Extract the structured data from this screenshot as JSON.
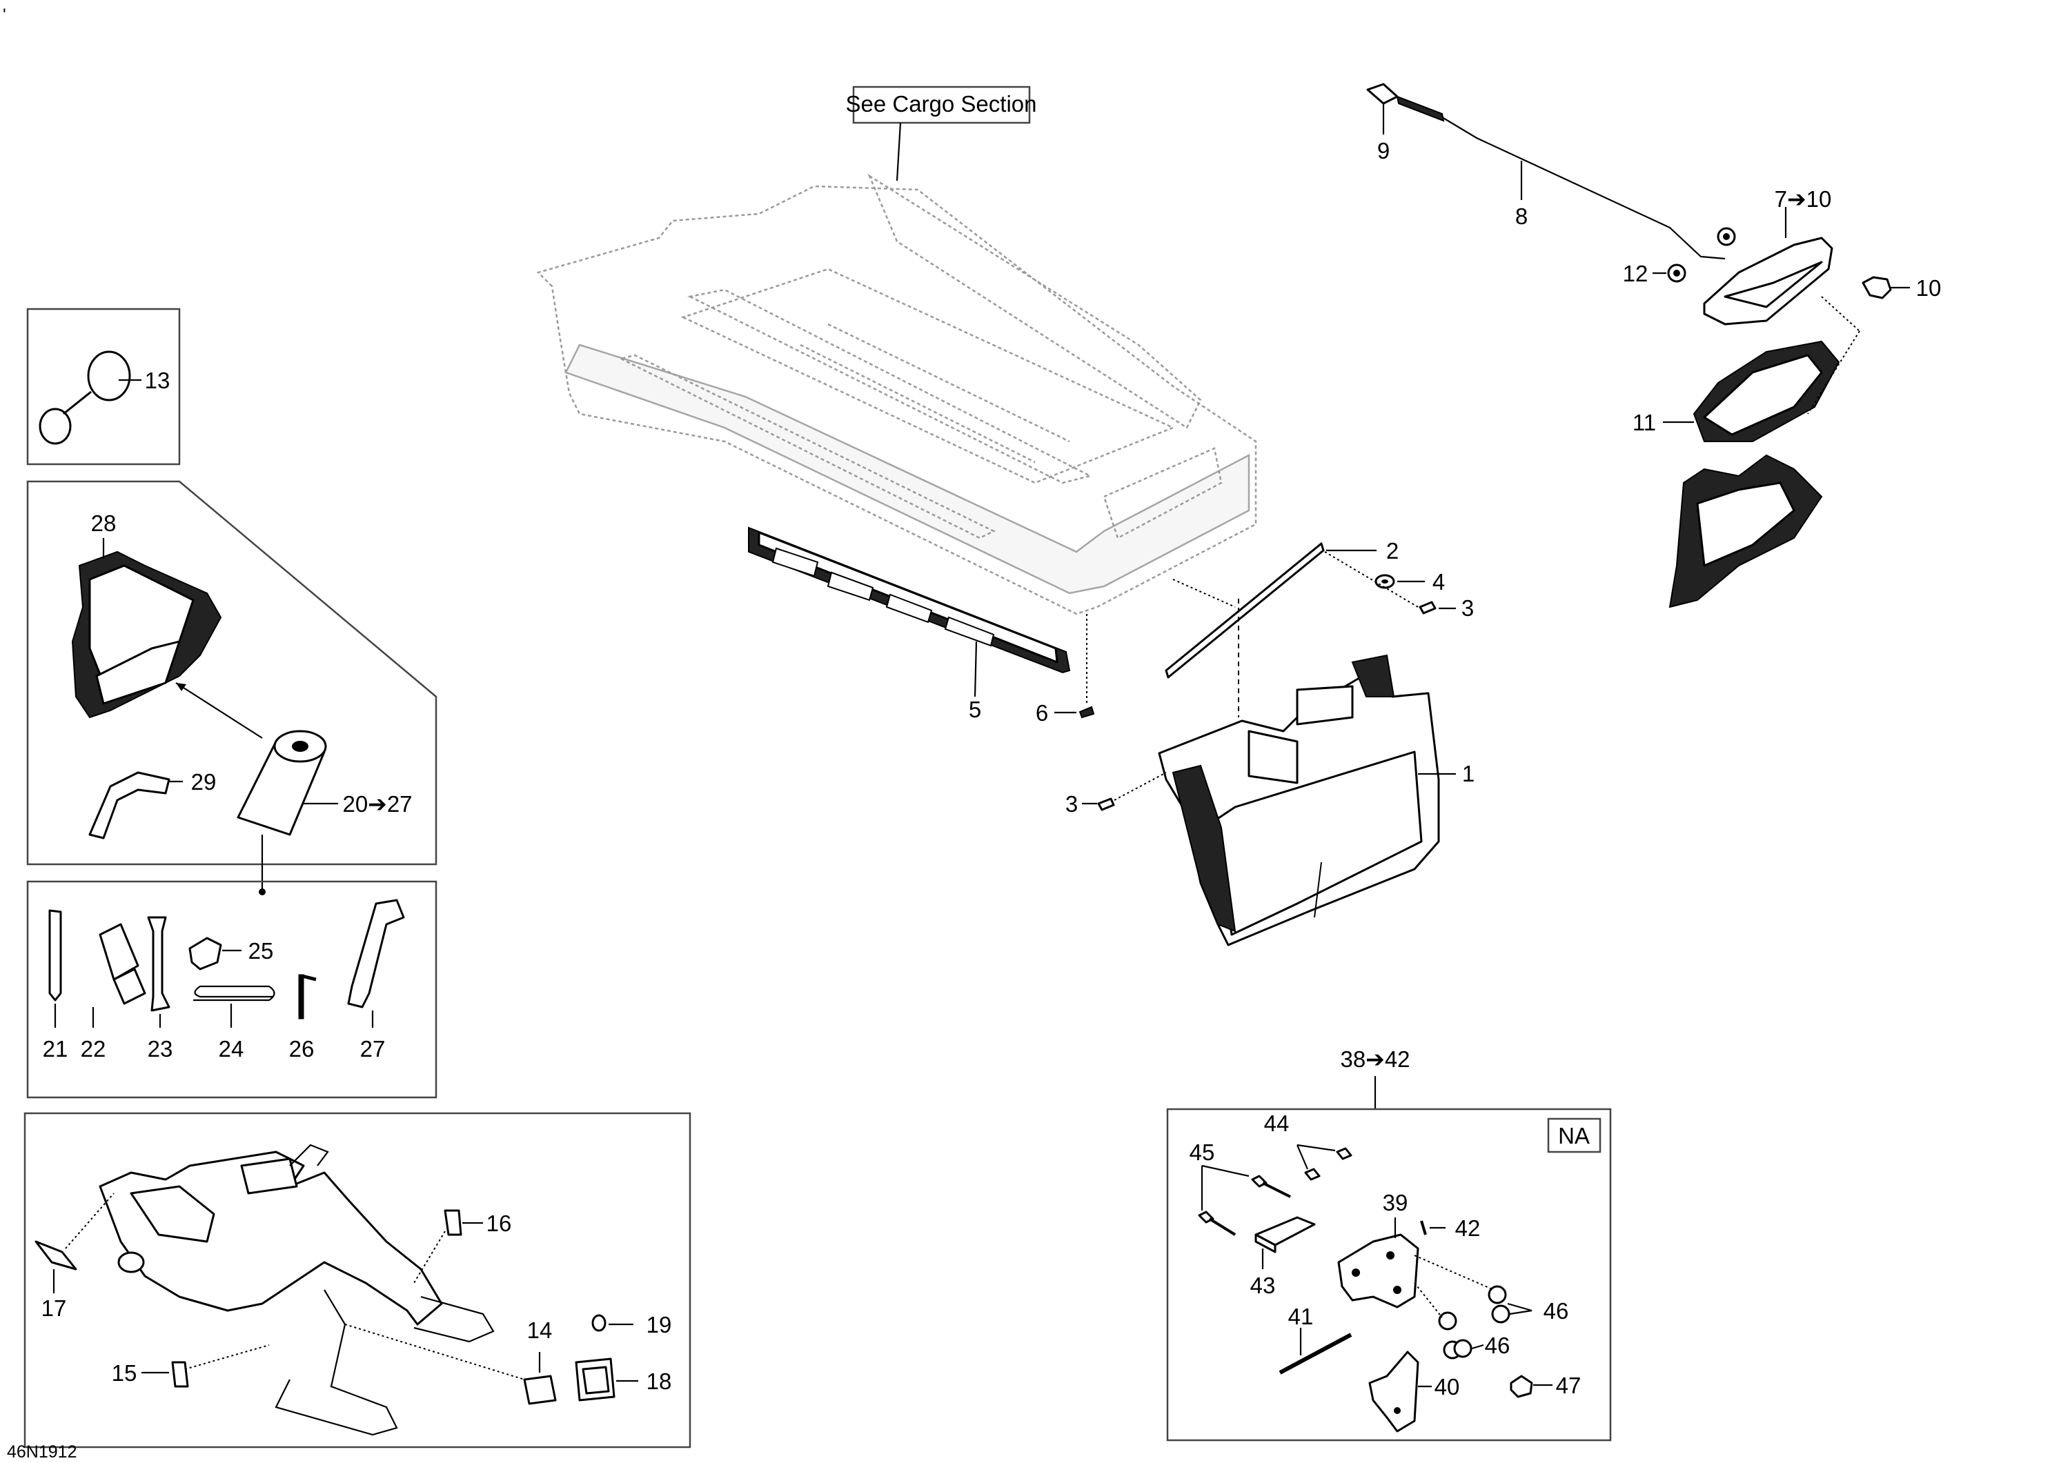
{
  "top_mark": "'",
  "diagram_code": "46N1912",
  "cargo_note": "See Cargo Section",
  "na_badge": "NA",
  "callouts": {
    "c1": "1",
    "c2": "2",
    "c3a": "3",
    "c3b": "3",
    "c4": "4",
    "c5": "5",
    "c6": "6",
    "c7_10": "7➔10",
    "c8": "8",
    "c9": "9",
    "c10": "10",
    "c11": "11",
    "c12": "12",
    "c13": "13",
    "c14": "14",
    "c15": "15",
    "c16": "16",
    "c17": "17",
    "c18": "18",
    "c19": "19",
    "c20_27": "20➔27",
    "c21": "21",
    "c22": "22",
    "c23": "23",
    "c24": "24",
    "c25": "25",
    "c26": "26",
    "c27": "27",
    "c28": "28",
    "c29": "29",
    "c38_42": "38➔42",
    "c39": "39",
    "c40": "40",
    "c41": "41",
    "c42": "42",
    "c43": "43",
    "c44": "44",
    "c45": "45",
    "c46a": "46",
    "c46b": "46",
    "c47": "47"
  }
}
